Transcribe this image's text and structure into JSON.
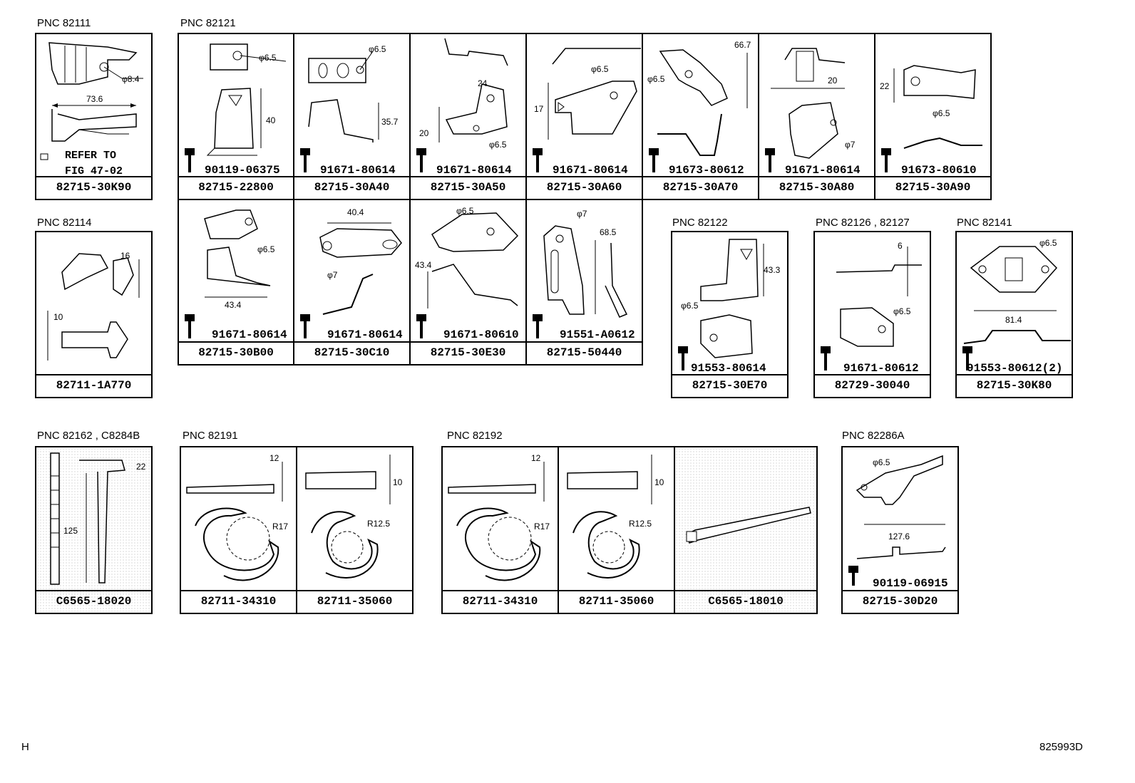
{
  "pnc": {
    "p82111": "PNC 82111",
    "p82121": "PNC 82121",
    "p82114": "PNC 82114",
    "p82122": "PNC 82122",
    "p82126": "PNC 82126 , 82127",
    "p82141": "PNC 82141",
    "p82162": "PNC 82162 , C8284B",
    "p82191": "PNC 82191",
    "p82192": "PNC 82192",
    "p82286": "PNC 82286A"
  },
  "refer": {
    "line1": "REFER TO",
    "line2": "FIG 47-02"
  },
  "parts": {
    "k90": "82715-30K90",
    "p22800": "82715-22800",
    "a40": "82715-30A40",
    "a50": "82715-30A50",
    "a60": "82715-30A60",
    "a70": "82715-30A70",
    "a80": "82715-30A80",
    "a90": "82715-30A90",
    "b00": "82715-30B00",
    "c10": "82715-30C10",
    "e30": "82715-30E30",
    "p50440": "82715-50440",
    "a770": "82711-1A770",
    "e70": "82715-30E70",
    "p30040": "82729-30040",
    "k80": "82715-30K80",
    "c18020": "C6565-18020",
    "s34310a": "82711-34310",
    "s35060a": "82711-35060",
    "s34310b": "82711-34310",
    "s35060b": "82711-35060",
    "c18010": "C6565-18010",
    "d20": "82715-30D20"
  },
  "bolts": {
    "b22800": "90119-06375",
    "ba40": "91671-80614",
    "ba50": "91671-80614",
    "ba60": "91671-80614",
    "ba70": "91673-80612",
    "ba80": "91671-80614",
    "ba90": "91673-80610",
    "bb00": "91671-80614",
    "bc10": "91671-80614",
    "be30": "91671-80610",
    "b50440": "91551-A0612",
    "be70": "91553-80614",
    "b30040": "91671-80612",
    "bk80": "91553-80612(2)",
    "bd20": "90119-06915"
  },
  "dims": {
    "k90_hole": "φ8.4",
    "k90_len": "73.6",
    "p22800_hole": "φ6.5",
    "p22800_h": "40",
    "a40_hole": "φ6.5",
    "a40_h": "35.7",
    "a50_w": "24",
    "a50_h": "20",
    "a50_hole": "φ6.5",
    "a60_hole": "φ6.5",
    "a60_h": "17",
    "a70_w": "66.7",
    "a70_hole": "φ6.5",
    "a80_w": "20",
    "a80_hole": "φ7",
    "a90_h": "22",
    "a90_hole": "φ6.5",
    "a770_h1": "16",
    "a770_h2": "10",
    "b00_hole": "φ6.5",
    "b00_w": "43.4",
    "c10_w": "40.4",
    "c10_hole": "φ7",
    "e30_hole": "φ6.5",
    "e30_h": "43.4",
    "p50440_hole": "φ7",
    "p50440_h": "68.5",
    "e70_h": "43.3",
    "e70_hole": "φ6.5",
    "p30040_h": "6",
    "p30040_hole": "φ6.5",
    "k80_hole": "φ6.5",
    "k80_w": "81.4",
    "c18020_w": "22",
    "c18020_h": "125",
    "s34310_h": "12",
    "s34310_r": "R17",
    "s35060_h": "10",
    "s35060_r": "R12.5",
    "d20_hole": "φ6.5",
    "d20_w": "127.6"
  },
  "footer": {
    "left": "H",
    "right": "825993D"
  }
}
